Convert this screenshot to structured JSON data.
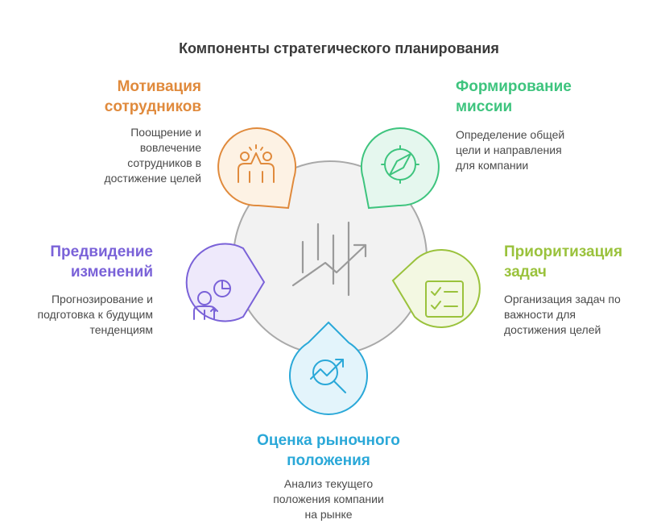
{
  "title": "Компоненты стратегического планирования",
  "colors": {
    "orange": "#e08a3c",
    "green": "#3ec47e",
    "lime": "#9ac23c",
    "blue": "#2aa8d8",
    "purple": "#7a62d8",
    "hub": "#f2f2f2",
    "hub_stroke": "#a9a9a9"
  },
  "hub": {
    "icon": "rising-chart-icon"
  },
  "components": [
    {
      "id": "motivation",
      "heading": [
        "Мотивация",
        "сотрудников"
      ],
      "description": [
        "Поощрение и",
        "вовлечение",
        "сотрудников в",
        "достижение целей"
      ],
      "icon": "high-five-icon"
    },
    {
      "id": "mission",
      "heading": [
        "Формирование",
        "миссии"
      ],
      "description": [
        "Определение общей",
        "цели и направления",
        "для компании"
      ],
      "icon": "compass-icon"
    },
    {
      "id": "priorities",
      "heading": [
        "Приоритизация",
        "задач"
      ],
      "description": [
        "Организация задач по",
        "важности для",
        "достижения целей"
      ],
      "icon": "checklist-icon"
    },
    {
      "id": "market",
      "heading": [
        "Оценка рыночного",
        "положения"
      ],
      "description": [
        "Анализ текущего",
        "положения компании",
        "на рынке"
      ],
      "icon": "magnifier-trend-icon"
    },
    {
      "id": "foresight",
      "heading": [
        "Предвидение",
        "изменений"
      ],
      "description": [
        "Прогнозирование и",
        "подготовка к будущим",
        "тенденциям"
      ],
      "icon": "person-forecast-icon"
    }
  ]
}
